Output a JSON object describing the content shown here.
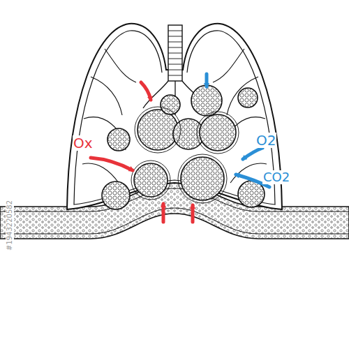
{
  "diagram": {
    "labels": [
      "Ox",
      "O2",
      "CO2",
      "#1943220582"
    ]
  }
}
